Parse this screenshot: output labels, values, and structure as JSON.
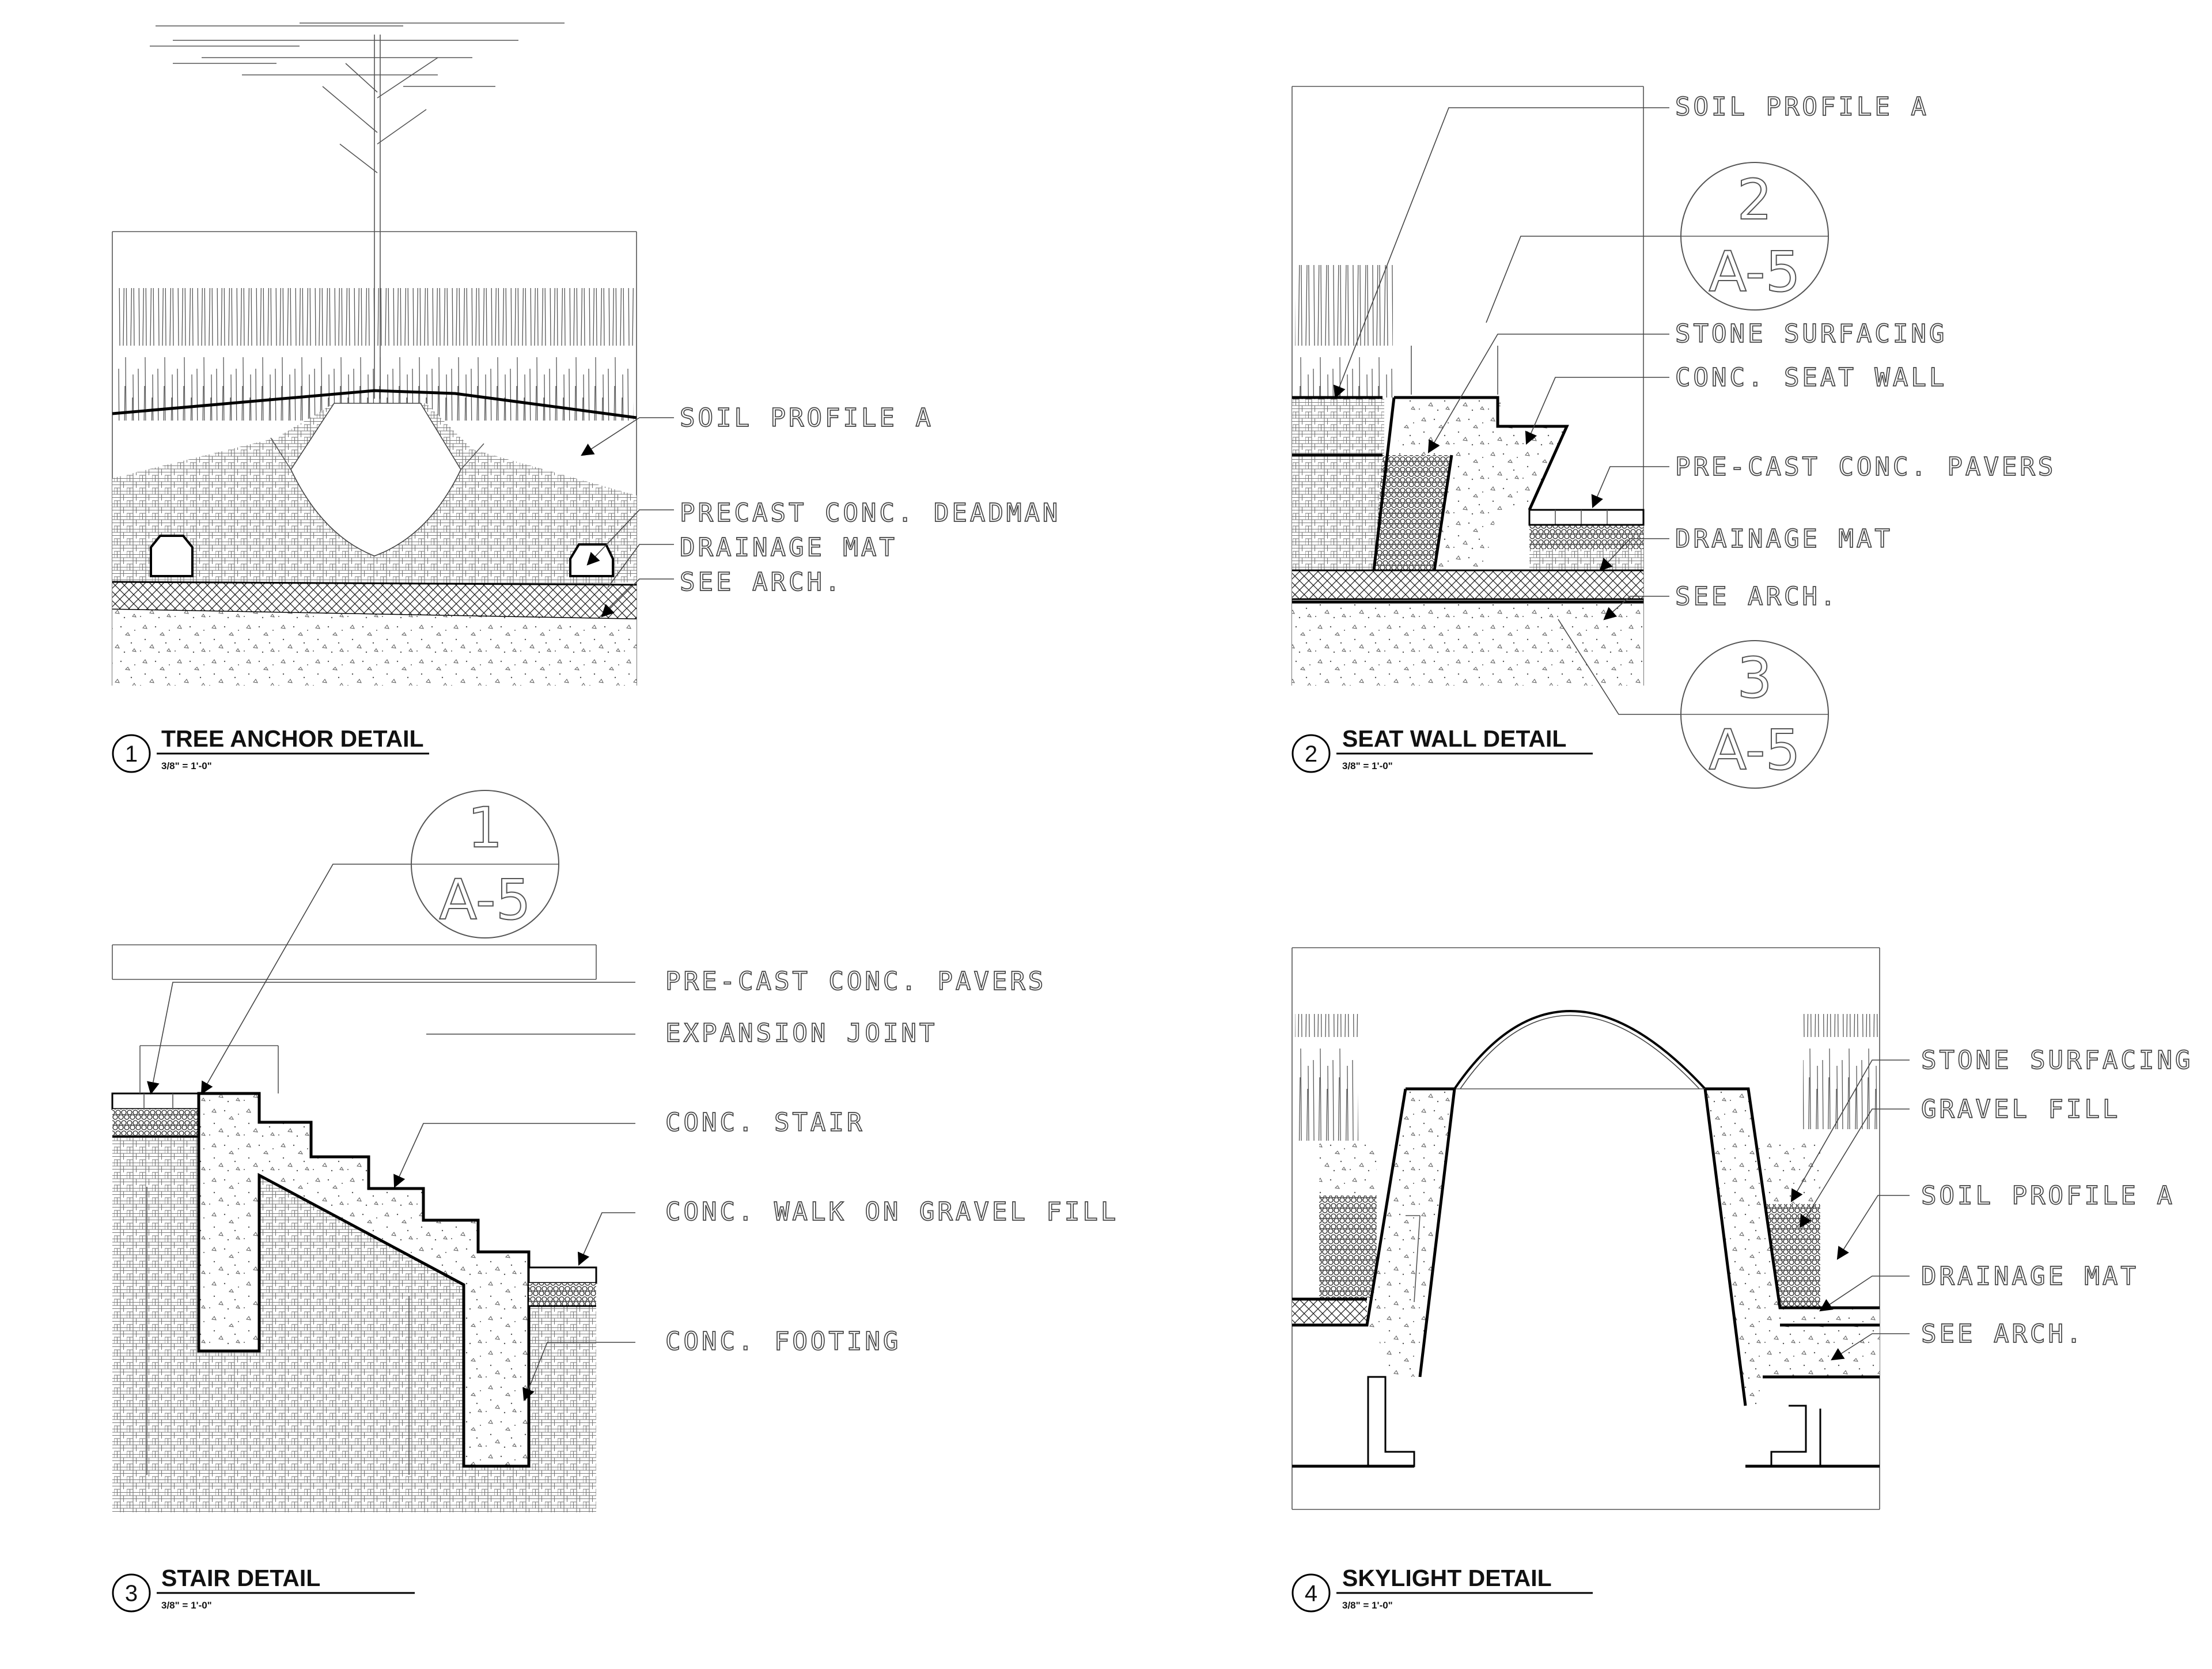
{
  "details": [
    {
      "number": "1",
      "title": "TREE ANCHOR DETAIL",
      "scale": "3/8\" = 1'-0\"",
      "labels": [
        "SOIL PROFILE A",
        "PRECAST CONC. DEADMAN",
        "DRAINAGE MAT",
        "SEE ARCH."
      ]
    },
    {
      "number": "2",
      "title": "SEAT WALL DETAIL",
      "scale": "3/8\" = 1'-0\"",
      "labels": [
        "SOIL PROFILE A",
        "STONE SURFACING",
        "CONC. SEAT WALL",
        "PRE-CAST CONC. PAVERS",
        "DRAINAGE MAT",
        "SEE ARCH."
      ],
      "callouts": [
        {
          "top": "2",
          "bottom": "A-5"
        },
        {
          "top": "3",
          "bottom": "A-5"
        }
      ]
    },
    {
      "number": "3",
      "title": "STAIR DETAIL",
      "scale": "3/8\" = 1'-0\"",
      "labels": [
        "PRE-CAST CONC. PAVERS",
        "EXPANSION JOINT",
        "CONC. STAIR",
        "CONC. WALK ON GRAVEL FILL",
        "CONC. FOOTING"
      ],
      "callouts": [
        {
          "top": "1",
          "bottom": "A-5"
        }
      ]
    },
    {
      "number": "4",
      "title": "SKYLIGHT DETAIL",
      "scale": "3/8\" = 1'-0\"",
      "labels": [
        "STONE SURFACING",
        "GRAVEL FILL",
        "SOIL PROFILE A",
        "DRAINAGE MAT",
        "SEE ARCH."
      ]
    }
  ]
}
